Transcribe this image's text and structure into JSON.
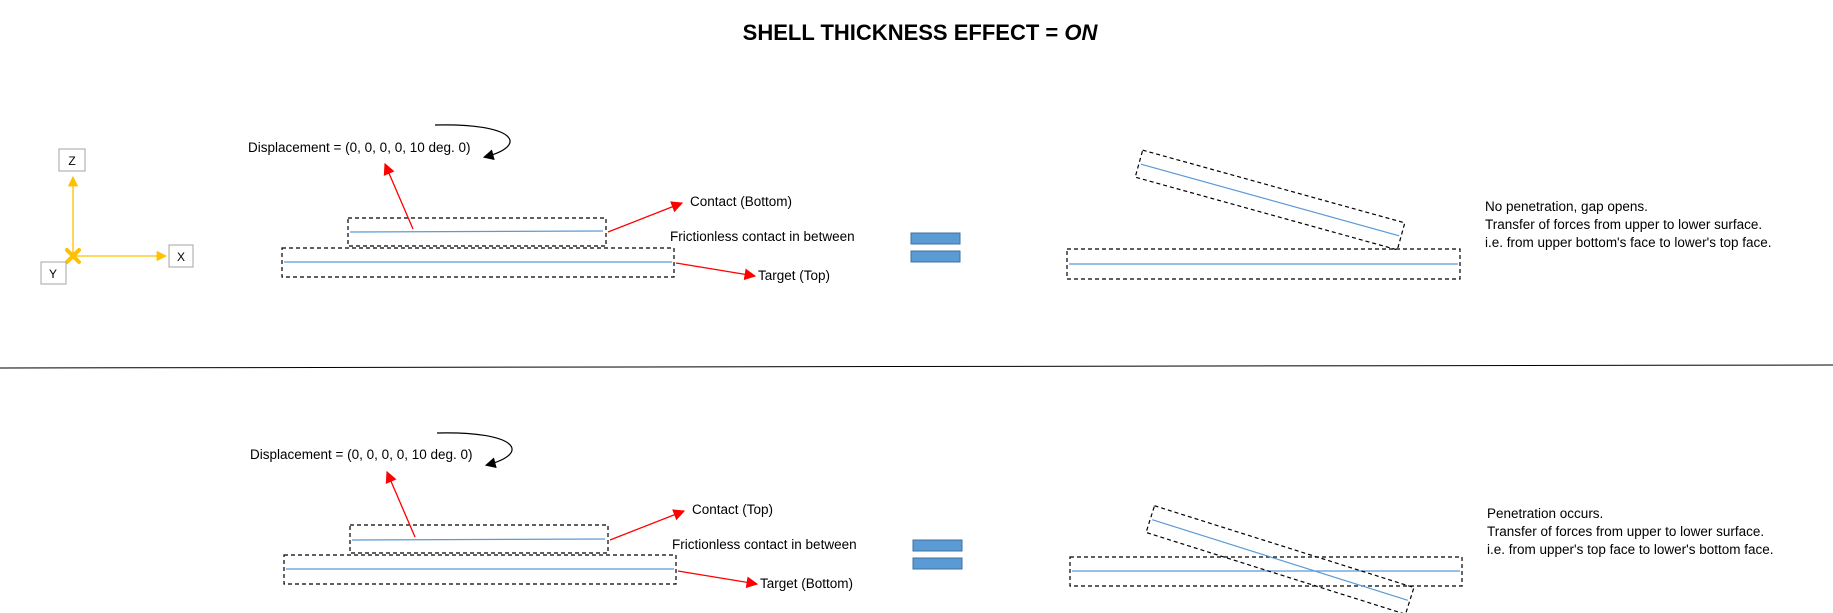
{
  "title": {
    "prefix": "SHELL THICKNESS EFFECT = ",
    "emphasis": "ON"
  },
  "axes": {
    "z_label": "Z",
    "x_label": "X",
    "y_label": "Y"
  },
  "top_panel": {
    "displacement": "Displacement = (0, 0, 0, 0, 10 deg. 0)",
    "contact_label": "Contact (Bottom)",
    "target_label": "Target (Top)",
    "contact_type": "Frictionless contact in between",
    "notes": [
      "No penetration, gap opens.",
      "Transfer of forces from upper to lower surface.",
      "i.e. from upper bottom's face to lower's top face."
    ]
  },
  "bottom_panel": {
    "displacement": "Displacement = (0, 0, 0, 0, 10 deg. 0)",
    "contact_label": "Contact (Top)",
    "target_label": "Target (Bottom)",
    "contact_type": "Frictionless contact in between",
    "notes": [
      "Penetration occurs.",
      "Transfer of forces from upper to lower surface.",
      "i.e. from upper's top face to lower's bottom face."
    ]
  },
  "colors": {
    "arrow_red": "#ff0000",
    "axis_yellow": "#ffc000",
    "midline_blue": "#5b9bd5",
    "equals_fill": "#5b9bd5",
    "equals_stroke": "#41719c",
    "outline": "#000000"
  }
}
